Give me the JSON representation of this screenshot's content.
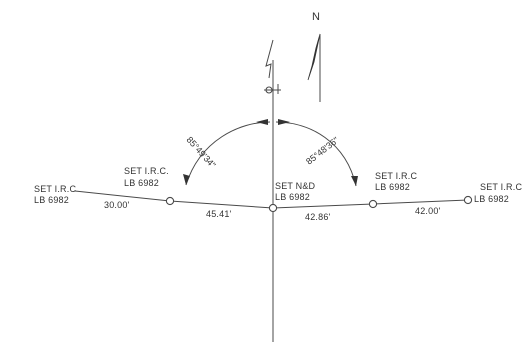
{
  "north_arrow": {
    "letter": "N"
  },
  "monuments": [
    {
      "id": "far-left",
      "line1": "SET I.R.C",
      "line2": "LB 6982"
    },
    {
      "id": "inner-left",
      "line1": "SET I.R.C.",
      "line2": "LB 6982"
    },
    {
      "id": "center",
      "line1": "SET N&D",
      "line2": "LB 6982"
    },
    {
      "id": "inner-right",
      "line1": "SET I.R.C",
      "line2": "LB 6982"
    },
    {
      "id": "far-right",
      "line1": "SET I.R.C",
      "line2": "LB 6982"
    }
  ],
  "distances": {
    "left_outer": "30.00'",
    "left_inner": "45.41'",
    "right_inner": "42.86'",
    "right_outer": "42.00'"
  },
  "angles": {
    "left": "85°49'34\"",
    "right": "85°48'36\""
  },
  "colors": {
    "ink": "#4a4a4a",
    "paper": "#ffffff"
  }
}
